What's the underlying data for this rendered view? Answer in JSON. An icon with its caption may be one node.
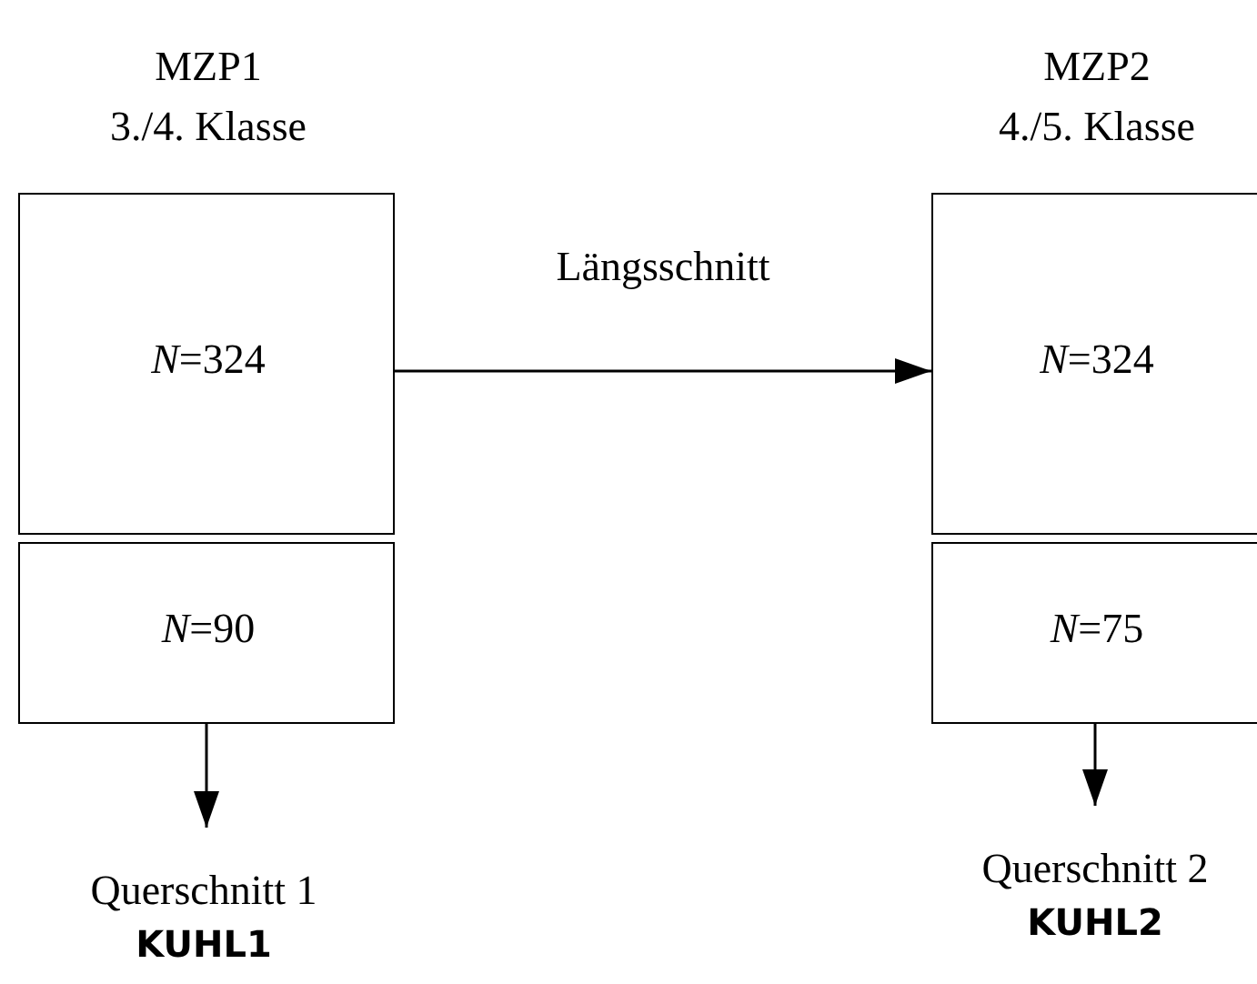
{
  "diagram": {
    "nodes": [
      {
        "text": [
          "MZP1",
          "3./4. Klasse",
          "*N*=324"
        ]
      },
      {
        "text": [
          "*N*=90"
        ]
      },
      {
        "text": [
          "MZP2",
          "4./5. Klasse",
          "*N*=324"
        ]
      },
      {
        "text": [
          "*N*=75"
        ]
      },
      {
        "text": [
          "Querschnitt 1",
          "KUHL1"
        ]
      },
      {
        "text": [
          "Querschnitt 2",
          "KUHL2"
        ]
      }
    ],
    "edges": [
      {
        "from": 0,
        "to": 2,
        "arrow": "to",
        "label": "Längsschnitt"
      },
      {
        "from": 1,
        "to": 4,
        "arrow": "to"
      },
      {
        "from": 3,
        "to": 5,
        "arrow": "to"
      }
    ]
  }
}
